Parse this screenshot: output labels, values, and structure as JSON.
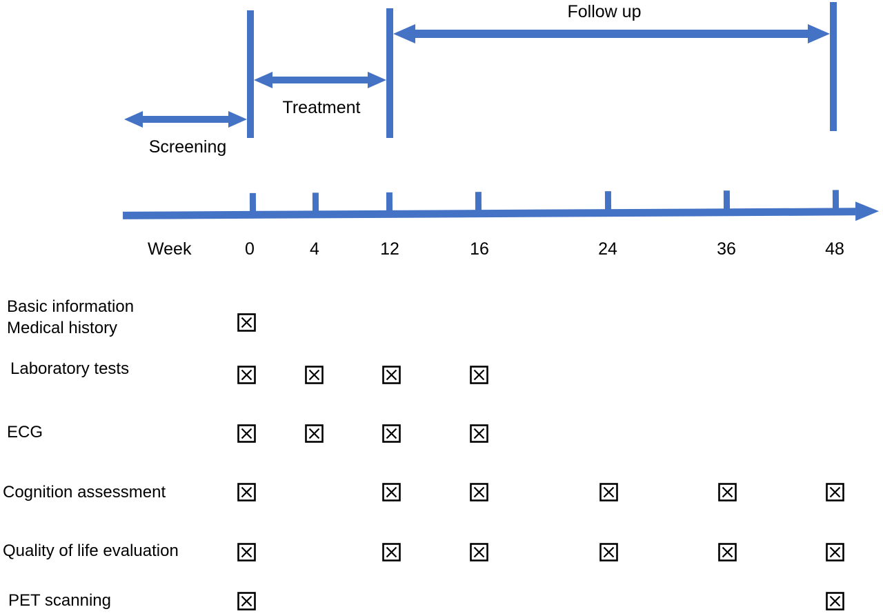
{
  "colors": {
    "accent": "#4472C4",
    "text": "#000000"
  },
  "timeline": {
    "phases": [
      {
        "label": "Screening",
        "span": "before week 0"
      },
      {
        "label": "Treatment",
        "span": "week 0 to week 12"
      },
      {
        "label": "Follow up",
        "span": "week 12 to week 48"
      }
    ],
    "axis_label": "Week",
    "weeks": [
      "0",
      "4",
      "12",
      "16",
      "24",
      "36",
      "48"
    ]
  },
  "schedule": {
    "checkbox_glyph": "box-with-x-mark",
    "rows": [
      {
        "label_lines": [
          "Basic information",
          "Medical history"
        ],
        "checked_weeks": [
          "0"
        ]
      },
      {
        "label_lines": [
          "Laboratory tests"
        ],
        "checked_weeks": [
          "0",
          "4",
          "12",
          "16"
        ]
      },
      {
        "label_lines": [
          "ECG"
        ],
        "checked_weeks": [
          "0",
          "4",
          "12",
          "16"
        ]
      },
      {
        "label_lines": [
          "Cognition assessment"
        ],
        "checked_weeks": [
          "0",
          "12",
          "16",
          "24",
          "36",
          "48"
        ]
      },
      {
        "label_lines": [
          "Quality of life evaluation"
        ],
        "checked_weeks": [
          "0",
          "12",
          "16",
          "24",
          "36",
          "48"
        ]
      },
      {
        "label_lines": [
          "PET scanning"
        ],
        "checked_weeks": [
          "0",
          "48"
        ]
      }
    ]
  }
}
